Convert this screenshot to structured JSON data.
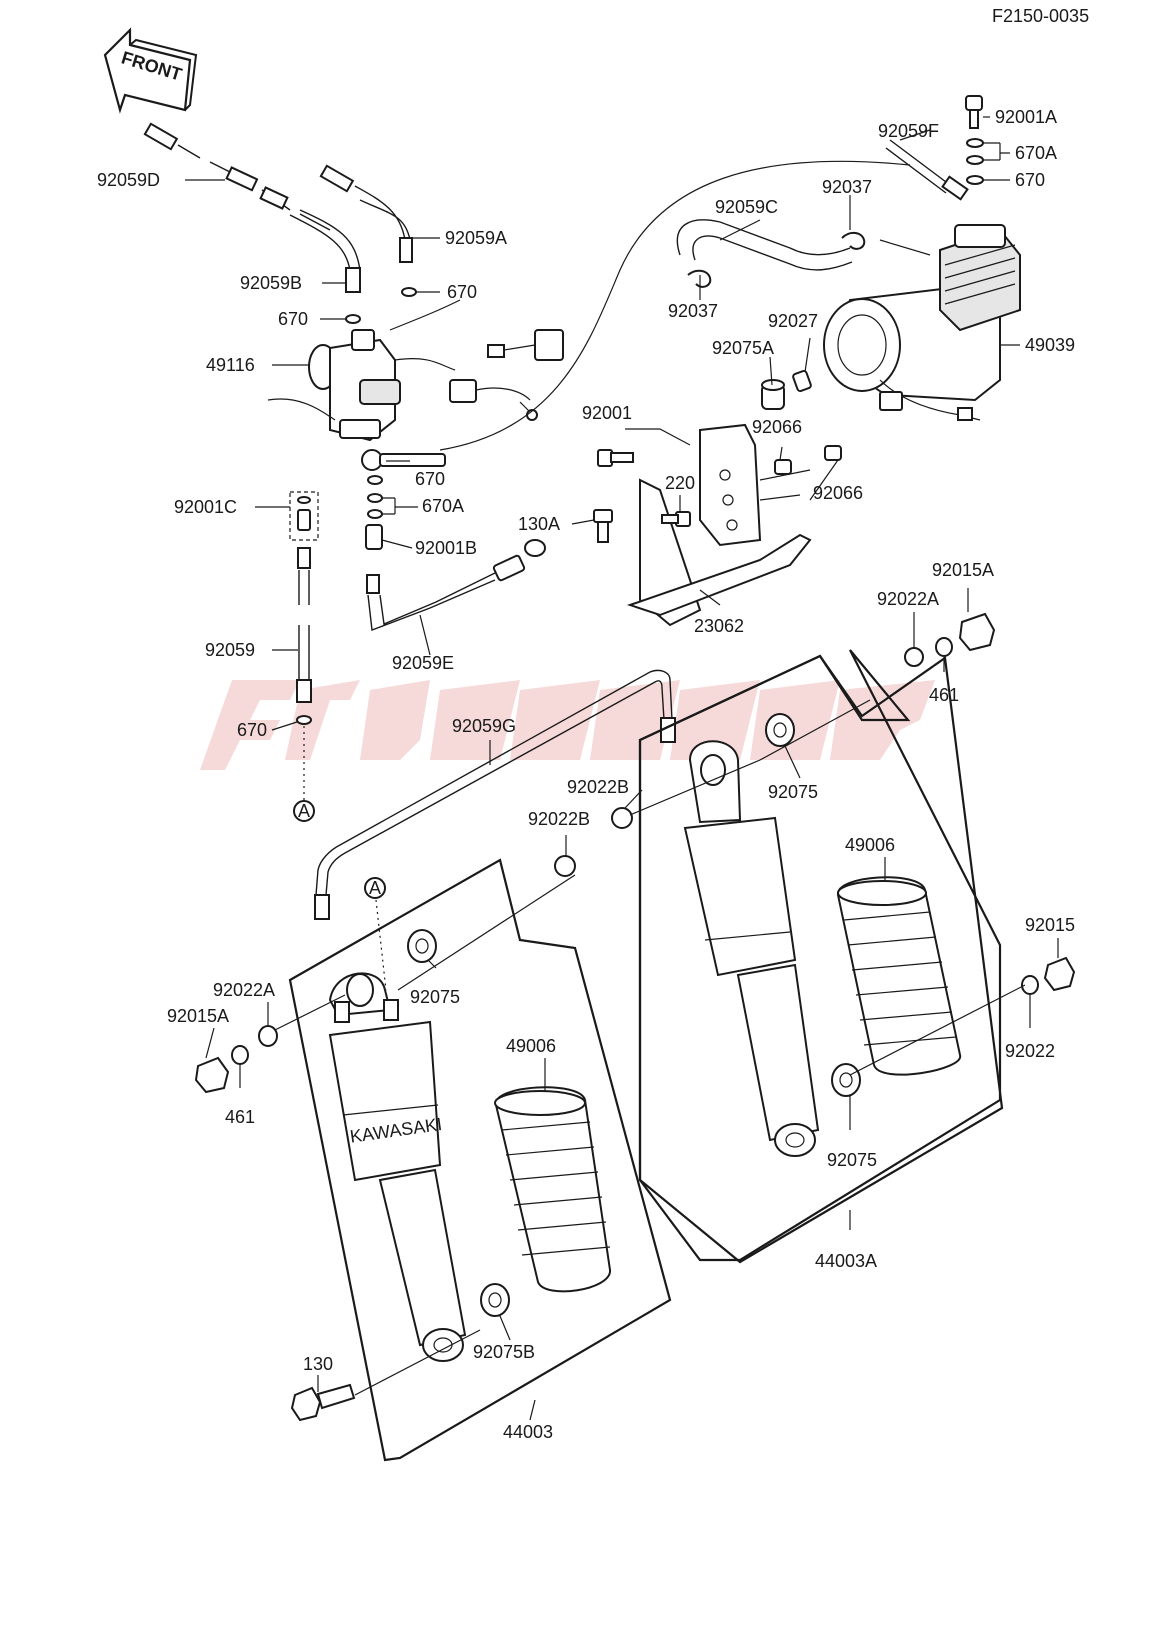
{
  "doc_code": "F2150-0035",
  "front_arrow_label": "FRONT",
  "kawasaki_text": "KAWASAKI",
  "callout_letter": "A",
  "parts": [
    {
      "id": "p92001A",
      "label": "92001A"
    },
    {
      "id": "p92059F",
      "label": "92059F"
    },
    {
      "id": "p670A_r",
      "label": "670A"
    },
    {
      "id": "p670_r",
      "label": "670"
    },
    {
      "id": "p92059D",
      "label": "92059D"
    },
    {
      "id": "p92059C",
      "label": "92059C"
    },
    {
      "id": "p92037_t",
      "label": "92037"
    },
    {
      "id": "p92059A",
      "label": "92059A"
    },
    {
      "id": "p92059B",
      "label": "92059B"
    },
    {
      "id": "p670_a",
      "label": "670"
    },
    {
      "id": "p92037_b",
      "label": "92037"
    },
    {
      "id": "p670_b",
      "label": "670"
    },
    {
      "id": "p92027",
      "label": "92027"
    },
    {
      "id": "p92075A",
      "label": "92075A"
    },
    {
      "id": "p49039",
      "label": "49039"
    },
    {
      "id": "p49116",
      "label": "49116"
    },
    {
      "id": "p92001",
      "label": "92001"
    },
    {
      "id": "p92066_a",
      "label": "92066"
    },
    {
      "id": "p670_c",
      "label": "670"
    },
    {
      "id": "p220",
      "label": "220"
    },
    {
      "id": "p92066_b",
      "label": "92066"
    },
    {
      "id": "p92001C",
      "label": "92001C"
    },
    {
      "id": "p670A_l",
      "label": "670A"
    },
    {
      "id": "p130A",
      "label": "130A"
    },
    {
      "id": "p92001B",
      "label": "92001B"
    },
    {
      "id": "p92015A_t",
      "label": "92015A"
    },
    {
      "id": "p92022A_t",
      "label": "92022A"
    },
    {
      "id": "p23062",
      "label": "23062"
    },
    {
      "id": "p92059",
      "label": "92059"
    },
    {
      "id": "p92059E",
      "label": "92059E"
    },
    {
      "id": "p461_t",
      "label": "461"
    },
    {
      "id": "p670_d",
      "label": "670"
    },
    {
      "id": "p92059G",
      "label": "92059G"
    },
    {
      "id": "p92022B_r",
      "label": "92022B"
    },
    {
      "id": "p92075_t",
      "label": "92075"
    },
    {
      "id": "p92022B_l",
      "label": "92022B"
    },
    {
      "id": "p49006_r",
      "label": "49006"
    },
    {
      "id": "p92015",
      "label": "92015"
    },
    {
      "id": "p92022A_l",
      "label": "92022A"
    },
    {
      "id": "p92075_m",
      "label": "92075"
    },
    {
      "id": "p92015A_l",
      "label": "92015A"
    },
    {
      "id": "p92022",
      "label": "92022"
    },
    {
      "id": "p49006_l",
      "label": "49006"
    },
    {
      "id": "p461_l",
      "label": "461"
    },
    {
      "id": "p92075_b",
      "label": "92075"
    },
    {
      "id": "p44003A",
      "label": "44003A"
    },
    {
      "id": "p130",
      "label": "130"
    },
    {
      "id": "p92075B",
      "label": "92075B"
    },
    {
      "id": "p44003",
      "label": "44003"
    }
  ]
}
